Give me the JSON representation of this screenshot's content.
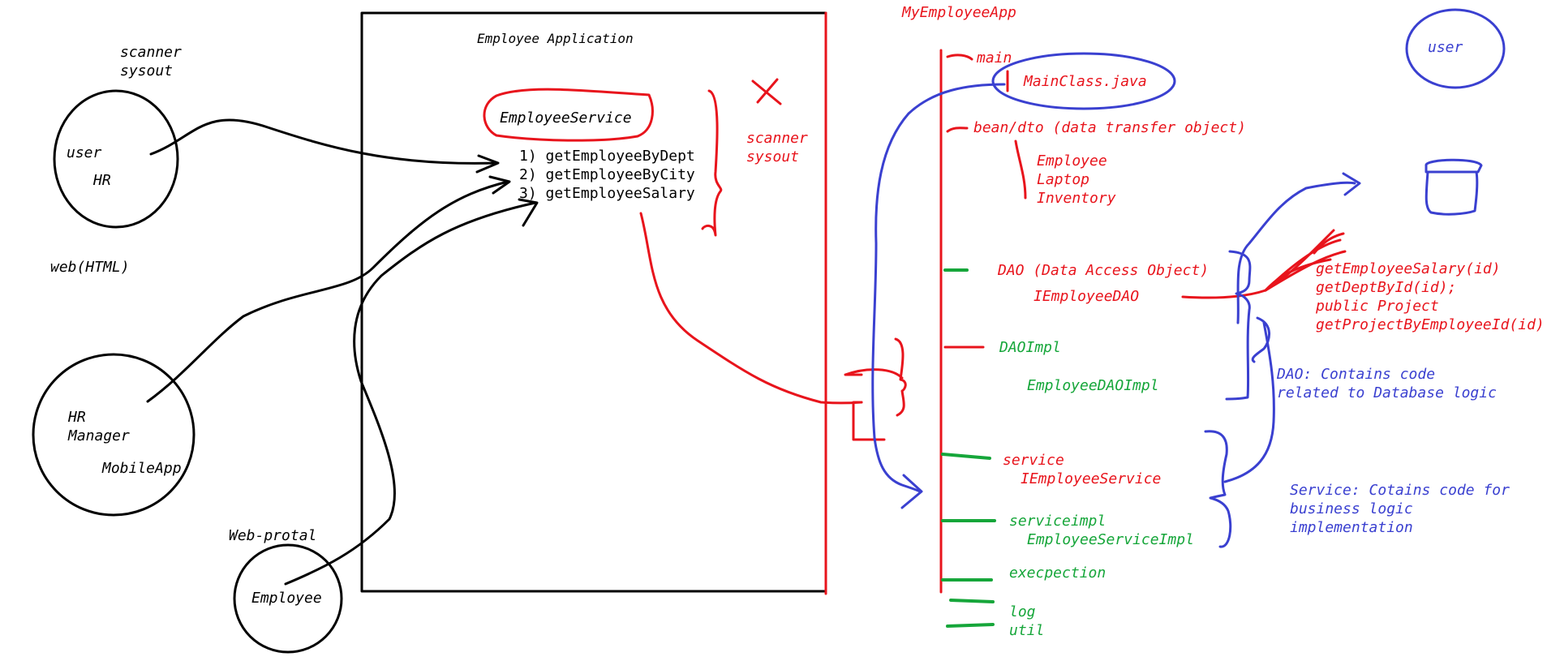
{
  "colors": {
    "ink": "#000000",
    "red": "#e8141c",
    "blue": "#3a40d0",
    "green": "#16a63a"
  },
  "clients": {
    "user_circle": {
      "line1": "user",
      "line2": "HR"
    },
    "user_note": {
      "line1": "scanner",
      "line2": "sysout"
    },
    "web_note": "web(HTML)",
    "manager_circle": {
      "line1": "HR",
      "line2": "Manager",
      "line3": "MobileApp"
    },
    "portal_note": "Web-protal",
    "employee_circle": "Employee"
  },
  "app_box": {
    "title": "Employee Application",
    "service_name": "EmployeeService",
    "methods": [
      "1) getEmployeeByDept",
      "2) getEmployeeByCity",
      "3) getEmployeeSalary"
    ],
    "scanner_note": {
      "line1": "scanner",
      "line2": "sysout"
    }
  },
  "package_tree": {
    "root": "MyEmployeeApp",
    "main": "main",
    "main_class": "MainClass.java",
    "bean": "bean/dto (data transfer object)",
    "bean_items": [
      "Employee",
      "Laptop",
      "Inventory"
    ],
    "dao": "DAO (Data Access Object)",
    "dao_interface": "IEmployeeDAO",
    "dao_methods": [
      "getEmployeeSalary(id)",
      "getDeptById(id);",
      "public Project",
      "getProjectByEmployeeId(id)"
    ],
    "daoimpl": "DAOImpl",
    "daoimpl_class": "EmployeeDAOImpl",
    "service": "service",
    "service_interface": "IEmployeeService",
    "serviceimpl": "serviceimpl",
    "serviceimpl_class": "EmployeeServiceImpl",
    "exception": "execpection",
    "log": "log",
    "util": "util"
  },
  "notes": {
    "user_circle": "user",
    "dao_note": {
      "line1": "DAO: Contains code",
      "line2": "related to Database logic"
    },
    "service_note": {
      "line1": "Service: Cotains code for",
      "line2": "business logic",
      "line3": "implementation"
    }
  }
}
